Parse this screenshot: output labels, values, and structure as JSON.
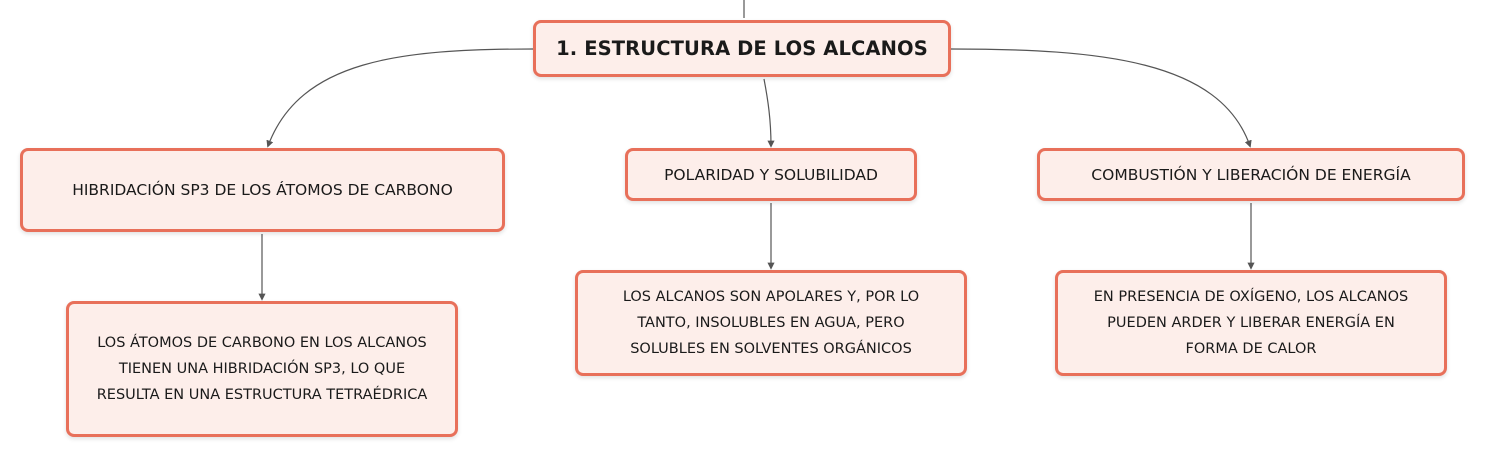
{
  "diagram": {
    "root": {
      "label": "1. ESTRUCTURA DE LOS ALCANOS"
    },
    "branches": [
      {
        "label": "HIBRIDACIÓN SP3 DE LOS ÁTOMOS DE CARBONO",
        "detail_lines": [
          "LOS ÁTOMOS DE CARBONO EN LOS ALCANOS",
          "TIENEN UNA HIBRIDACIÓN SP3, LO QUE",
          "RESULTA EN UNA ESTRUCTURA TETRAÉDRICA"
        ]
      },
      {
        "label": "POLARIDAD Y SOLUBILIDAD",
        "detail_lines": [
          "LOS ALCANOS SON APOLARES Y, POR LO",
          "TANTO, INSOLUBLES EN AGUA, PERO",
          "SOLUBLES EN SOLVENTES ORGÁNICOS"
        ]
      },
      {
        "label": "COMBUSTIÓN Y LIBERACIÓN DE ENERGÍA",
        "detail_lines": [
          "EN PRESENCIA DE OXÍGENO, LOS ALCANOS",
          "PUEDEN ARDER Y LIBERAR ENERGÍA EN",
          "FORMA DE CALOR"
        ]
      }
    ],
    "colors": {
      "node_border": "#e8705a",
      "node_fill": "#fdeeea",
      "connector": "#555555"
    }
  }
}
